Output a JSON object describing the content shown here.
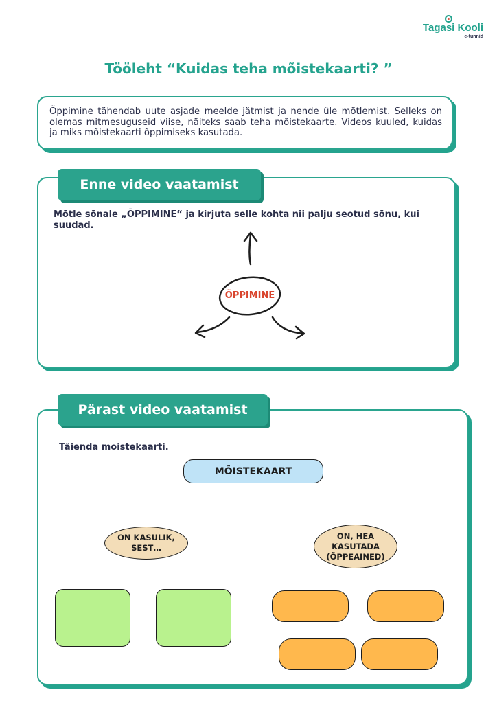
{
  "logo": {
    "brand": "Tagasi Kooli",
    "sub": "e-tunnid"
  },
  "title": "Tööleht “Kuidas teha mõistekaarti? ”",
  "intro": "Õppimine tähendab uute asjade meelde jätmist ja nende üle mõtlemist. Selleks on olemas mitmesuguseid viise, näiteks saab teha mõistekaarte. Videos kuuled, kuidas ja miks mõistekaarti õppimiseks kasutada.",
  "section_before": {
    "heading": "Enne video vaatamist",
    "instruction": "Mõtle sõnale „ÕPPIMINE“ ja kirjuta selle kohta nii palju seotud sõnu, kui suudad.",
    "center_word": "ÕPPIMINE"
  },
  "section_after": {
    "heading": "Pärast video vaatamist",
    "instruction": "Täienda mõistekaarti.",
    "root": "MÕISTEKAART",
    "left_node": "ON KASULIK, SEST…",
    "right_node": "ON, HEA KASUTADA (ÕPPEAINED)"
  },
  "colors": {
    "accent": "#2ba38d",
    "blue": "#bfe3f7",
    "beige": "#f3ddb8",
    "green": "#b9f28e",
    "orange": "#ffb84d",
    "red": "#d9452e"
  }
}
